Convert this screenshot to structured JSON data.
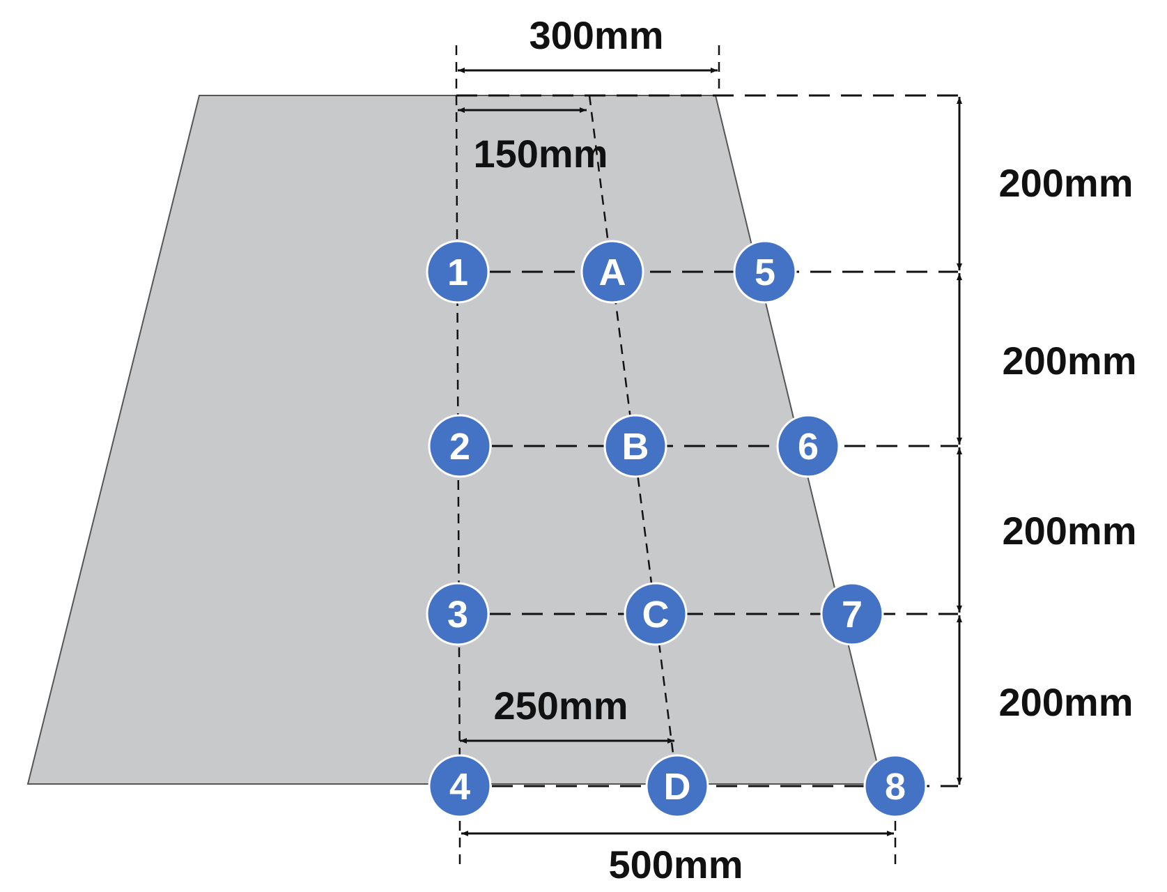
{
  "colors": {
    "section_fill": "#c8c9cb",
    "section_stroke": "#555555",
    "node_fill": "#4472c4",
    "node_stroke": "#ffffff",
    "line": "#111111"
  },
  "dimensions": {
    "top_width": "300mm",
    "mid_offset_top": "150mm",
    "mid_offset_bottom": "250mm",
    "bottom_width": "500mm",
    "spacing_1": "200mm",
    "spacing_2": "200mm",
    "spacing_3": "200mm",
    "spacing_4": "200mm"
  },
  "nodes": {
    "n1": "1",
    "n2": "2",
    "n3": "3",
    "n4": "4",
    "n5": "5",
    "n6": "6",
    "n7": "7",
    "n8": "8",
    "nA": "A",
    "nB": "B",
    "nC": "C",
    "nD": "D"
  }
}
